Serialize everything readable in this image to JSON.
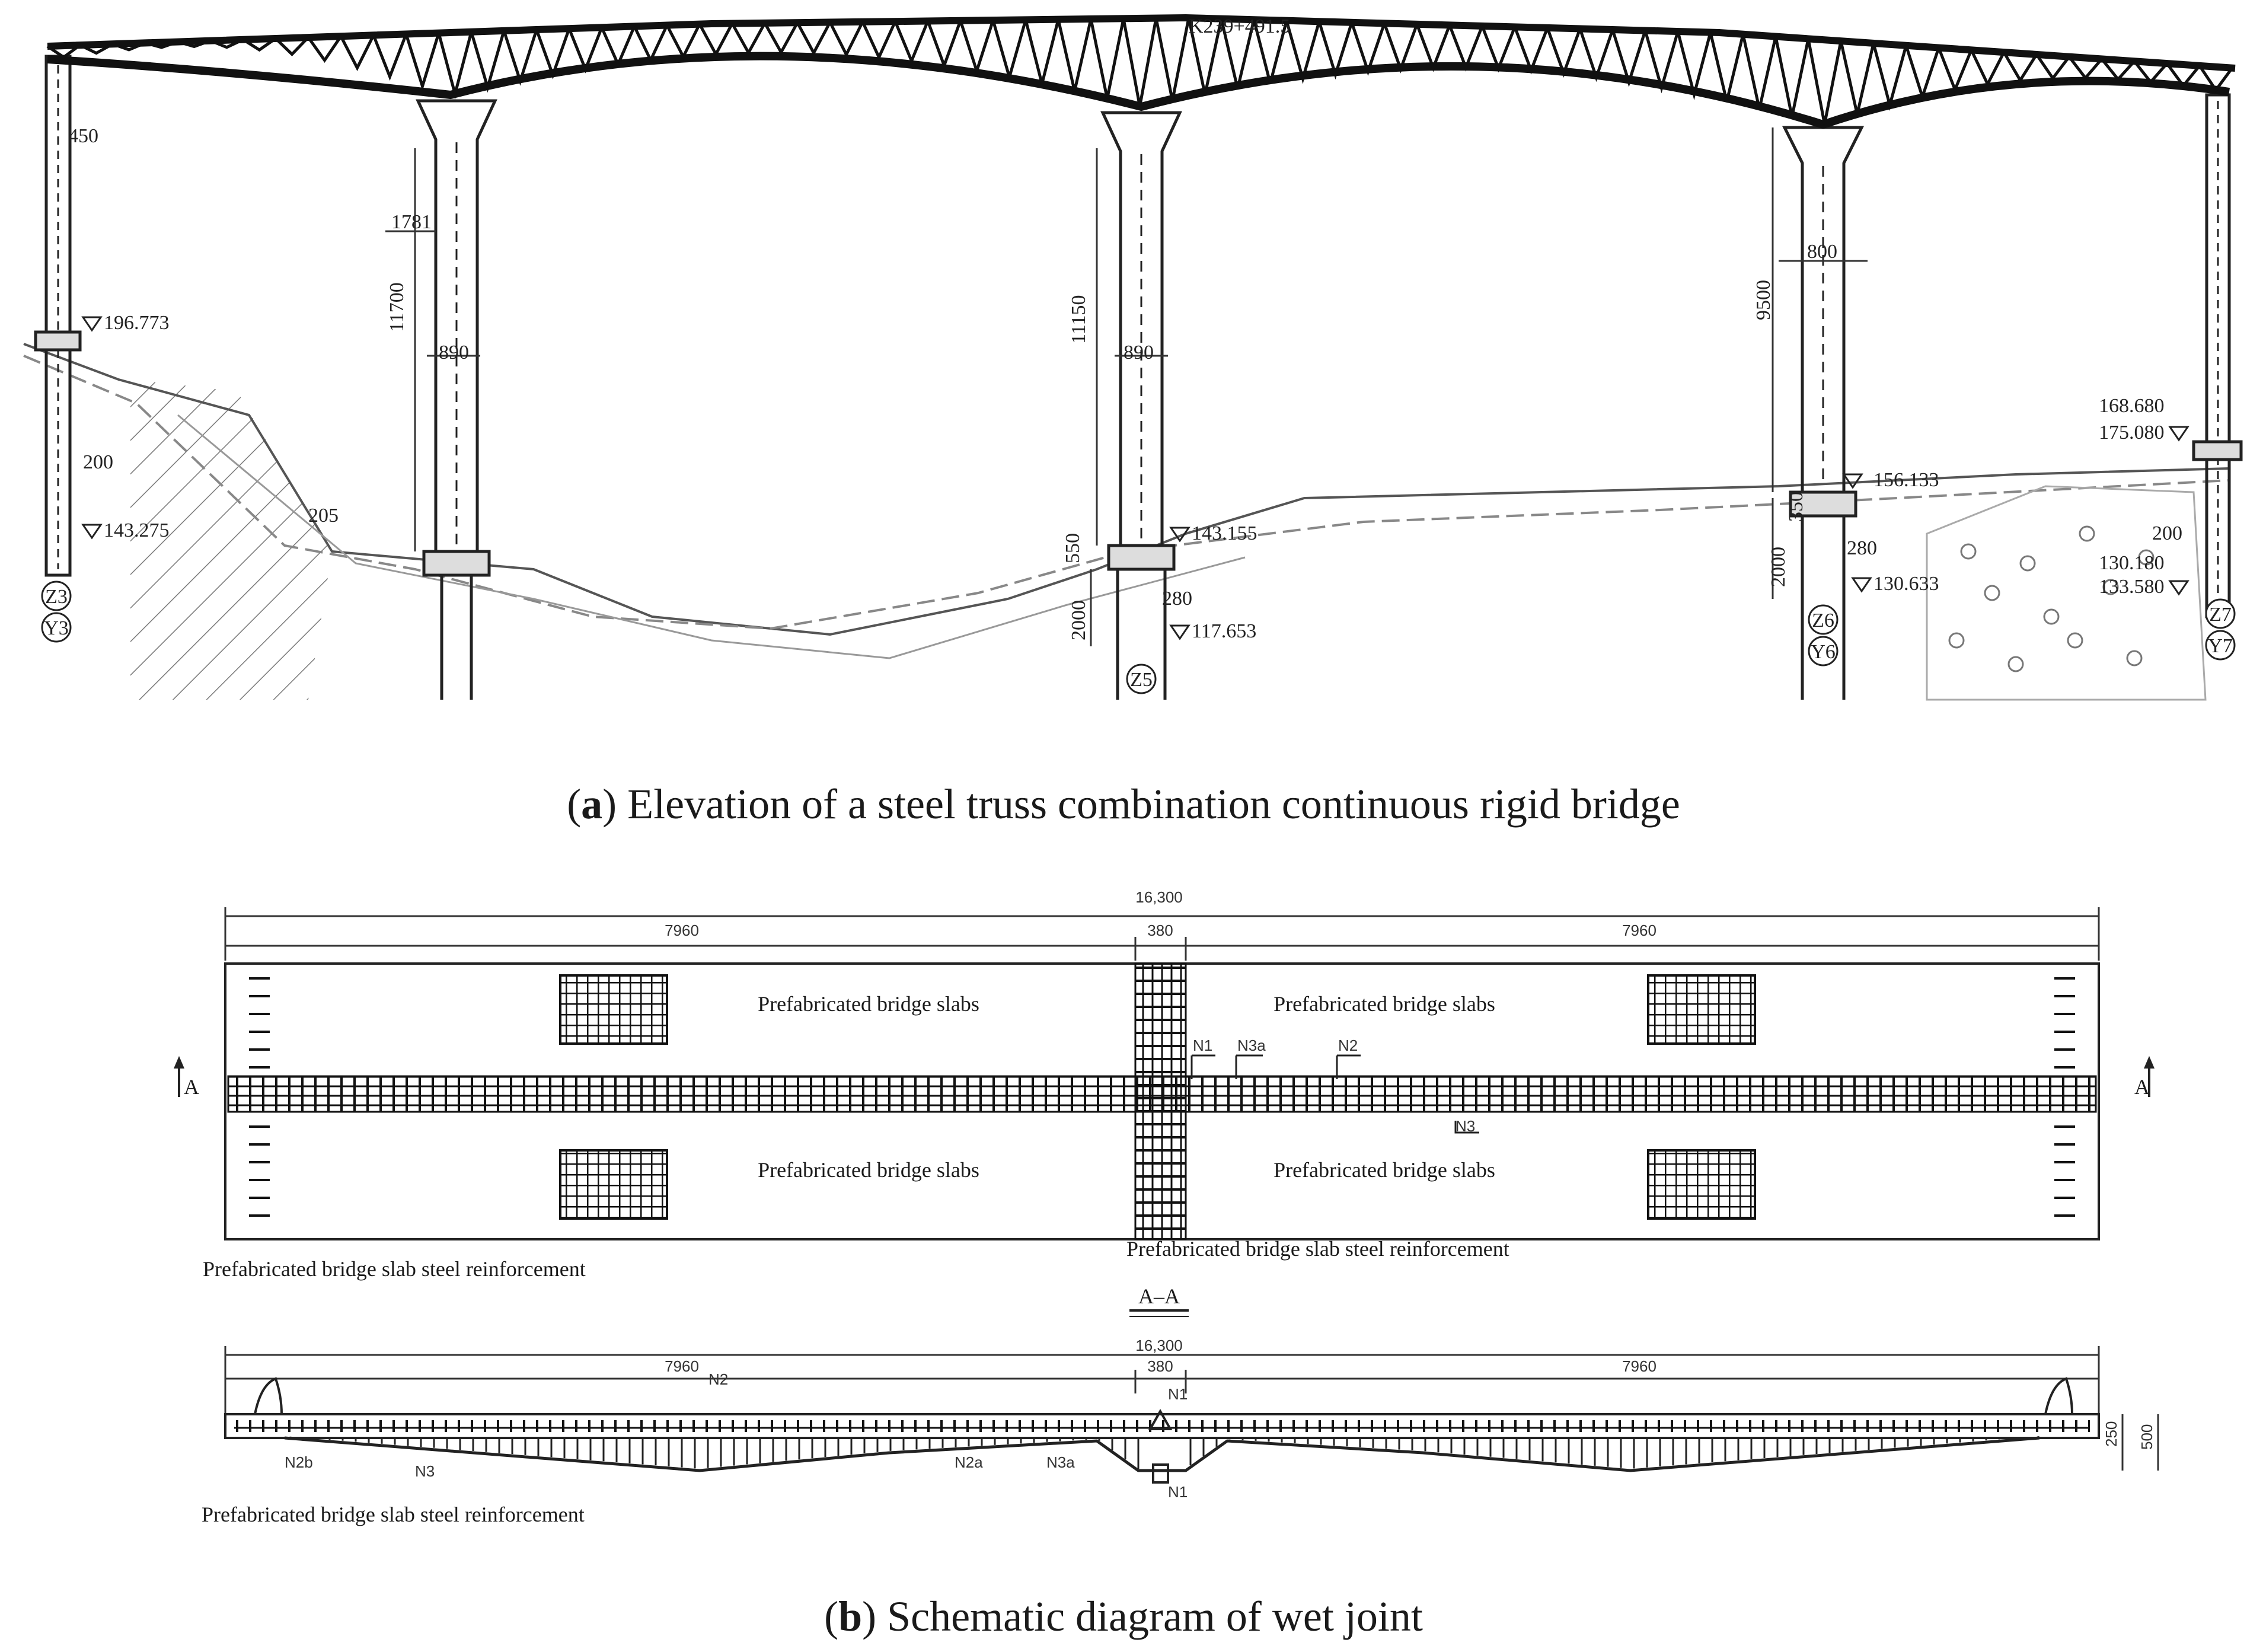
{
  "panel_a": {
    "caption_letter": "a",
    "caption_text": " Elevation of a steel truss combination continuous rigid bridge",
    "station_label": "K239+491.5",
    "dims": {
      "d450": "450",
      "d1781": "1781",
      "d11700": "11700",
      "d890_1": "890",
      "d11150": "11150",
      "d890_2": "890",
      "d9500": "9500",
      "d800": "800",
      "d200_left": "200",
      "d205": "205",
      "d550": "550",
      "d280_mid": "280",
      "d2000_mid": "2000",
      "d2000_right": "2000",
      "d350": "350",
      "d280_right": "280",
      "d200_right": "200"
    },
    "elevations": {
      "e196": "196.773",
      "e143": "143.275",
      "e143b": "143.155",
      "e117": "117.653",
      "e156": "156.133",
      "e130a": "130.633",
      "e168": "168.680",
      "e175": "175.080",
      "e130b": "130.180",
      "e133": "133.580"
    },
    "piers": {
      "z3": "Z3",
      "y3": "Y3",
      "z5": "Z5",
      "z6": "Z6",
      "y6": "Y6",
      "z7": "Z7",
      "y7": "Y7"
    }
  },
  "panel_b": {
    "caption_letter": "b",
    "caption_text": " Schematic diagram of wet joint",
    "plan": {
      "total_width": "16,300",
      "left_width": "7960",
      "joint_width": "380",
      "right_width": "7960",
      "slab_labels": [
        "Prefabricated bridge slabs",
        "Prefabricated bridge slabs",
        "Prefabricated bridge slabs",
        "Prefabricated bridge slabs"
      ],
      "bar_n1": "N1",
      "bar_n3a": "N3a",
      "bar_n2": "N2",
      "bar_n3": "N3",
      "section_mark_left": "A",
      "section_mark_right": "A",
      "reinf_label_left": "Prefabricated bridge slab steel reinforcement",
      "reinf_label_center": "Prefabricated bridge slab steel reinforcement"
    },
    "section": {
      "title": "A–A",
      "total_width": "16,300",
      "left_width": "7960",
      "joint_width": "380",
      "right_width": "7960",
      "n2": "N2",
      "n1_top": "N1",
      "n2b": "N2b",
      "n3": "N3",
      "n2a": "N2a",
      "n3a": "N3a",
      "n1_bottom": "N1",
      "depth_250": "250",
      "depth_500": "500",
      "reinf_label": "Prefabricated bridge slab steel reinforcement"
    }
  }
}
